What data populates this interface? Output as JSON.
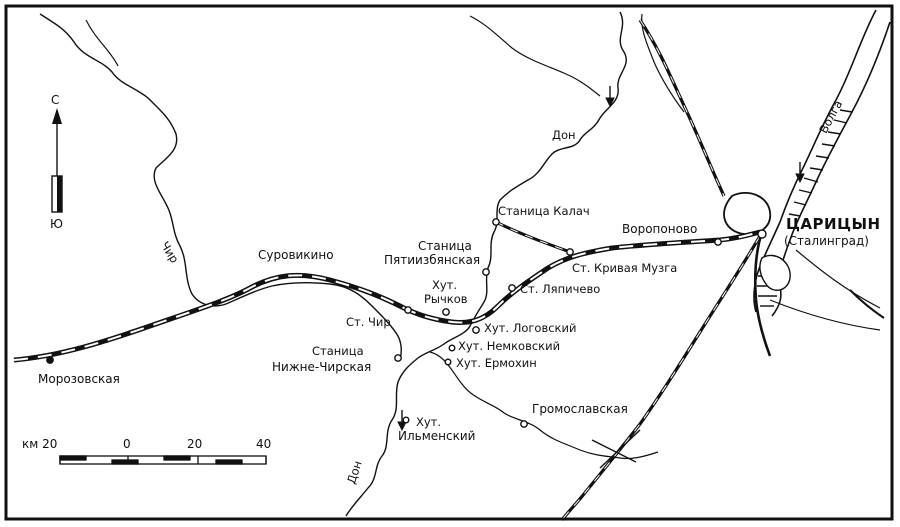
{
  "map": {
    "rivers": {
      "don": "Дон",
      "chir": "Чир",
      "volga": "Волга"
    },
    "places": {
      "tsaritsyn": "ЦАРИЦЫН",
      "stalingrad": "(Сталинград)",
      "voroponovo": "Воропоново",
      "kalach": "Станица Калач",
      "krivaya_muzga": "Ст. Кривая Музга",
      "lyapichevo": "Ст. Ляпичево",
      "pyatiizbyanskaya_1": "Станица",
      "pyatiizbyanskaya_2": "Пятиизбянская",
      "rychkov_1": "Хут.",
      "rychkov_2": "Рычков",
      "surovikino": "Суровикино",
      "st_chir": "Ст. Чир",
      "logovsky": "Хут. Логовский",
      "nemkovsky": "Хут. Немковский",
      "ermokhin": "Хут. Ермохин",
      "nizhne_chirskaya_1": "Станица",
      "nizhne_chirskaya_2": "Нижне-Чирская",
      "morozovskaya": "Морозовская",
      "gromoslavskaya": "Громославская",
      "ilmensky_1": "Хут.",
      "ilmensky_2": "Ильменский"
    },
    "compass": {
      "north": "С",
      "south": "Ю"
    },
    "scale": {
      "km_label": "км 20",
      "ticks": [
        "0",
        "20",
        "40"
      ]
    }
  }
}
